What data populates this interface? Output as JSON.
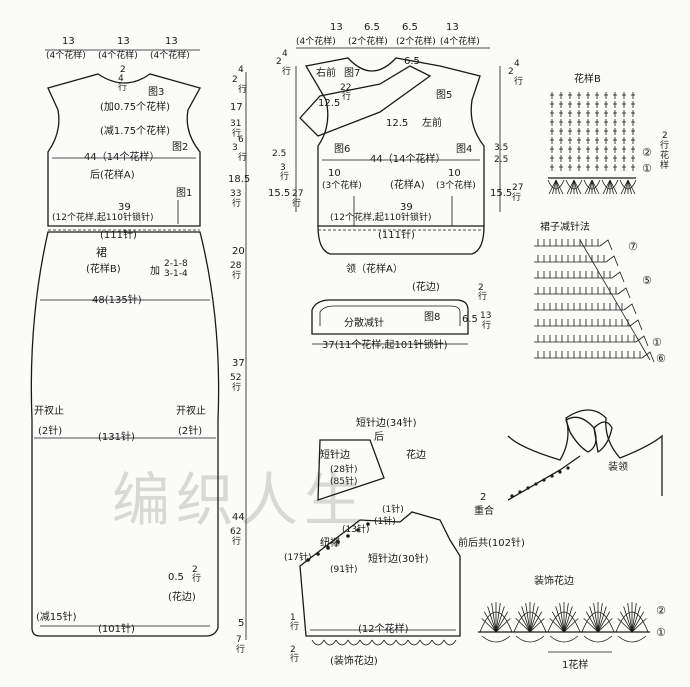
{
  "watermark": "编织人生",
  "back_panel": {
    "top_widths": [
      "13",
      "13",
      "13"
    ],
    "top_counts": [
      "(4个花样)",
      "(4个花样)",
      "(4个花样)"
    ],
    "shoulder_rows": "2\n4\n行",
    "fig3": "图3",
    "inc_note": "(加0.75个花样)",
    "dec_note": "(减1.75个花样)",
    "fig2": "图2",
    "bust": "44（14个花样）",
    "back_label": "后(花样A)",
    "fig1": "图1",
    "waist_width": "39",
    "waist_note": "(12个花样,起110针锁针)",
    "waist_stitches": "(111针)",
    "skirt_label": "裙",
    "skirt_pattern": "(花样B)",
    "inc_label": "加",
    "inc_rule": "2-1-8\n3-1-4",
    "hip": "48(135针)",
    "slit_left": "开衩止",
    "slit_right": "开衩止",
    "slit_left_st": "(2针)",
    "slit_right_st": "(2针)",
    "hem_st": "(131针)",
    "border_h": "0.5",
    "border_rows": "2\n行",
    "border_label": "(花边)",
    "dec15": "(减15针)",
    "bottom_st": "(101针)"
  },
  "side_dims": {
    "d1": "2\n4\n行",
    "d2": "17",
    "d3": "31\n行",
    "d4": "3\n6\n行",
    "d5": "18.5",
    "d6": "33\n行",
    "d7": "20",
    "d8": "28\n行",
    "d9": "37",
    "d10": "52\n行",
    "d11": "44",
    "d12": "62\n行",
    "d13": "5",
    "d14": "7\n行"
  },
  "front_panel": {
    "top_widths": [
      "13",
      "6.5",
      "6.5",
      "13"
    ],
    "top_counts": [
      "(4个花样)",
      "(2个花样)",
      "(2个花样)",
      "(4个花样)"
    ],
    "right_front": "右前",
    "fig7": "图7",
    "fig5": "图5",
    "rows22": "22\n行",
    "neck65": "6.5",
    "dim125a": "12.5",
    "dim125b": "12.5",
    "left_front": "左前",
    "fig6": "图6",
    "fig4": "图4",
    "bust": "44（14个花样）",
    "side10a": "10",
    "side10b": "10",
    "side_pat_a": "(3个花样)",
    "side_pat_b": "(3个花样)",
    "front_label": "(花样A)",
    "waist_width": "39",
    "waist_note": "(12个花样,起110针锁针)",
    "waist_stitches": "(111针)",
    "left_dims": [
      "2\n4\n行",
      "2.5",
      "3\n行",
      "15.5",
      "27\n行"
    ],
    "right_dims": [
      "2\n4\n行",
      "3.5",
      "2.5",
      "15.5",
      "27\n行"
    ]
  },
  "collar": {
    "title": "领（花样A）",
    "edge": "(花边)",
    "rows": "2\n行",
    "height": "6.5",
    "rows13": "13\n行",
    "dec_label": "分散减针",
    "fig8": "图8",
    "bottom": "37(11个花样,起101针锁针)"
  },
  "pattern_b": {
    "title": "花样B",
    "row_labels": [
      "2",
      "行",
      "花",
      "样"
    ],
    "circle2": "②",
    "circle1": "①"
  },
  "skirt_dec": {
    "title": "裙子减针法",
    "c7": "⑦",
    "c5": "⑤",
    "c1": "①",
    "cs": "⑥"
  },
  "sleeve": {
    "short_edge": "短针边(34针)",
    "back": "后",
    "lace": "花边",
    "short_side": "短针边",
    "st28": "(28针)",
    "st85": "(85针)",
    "one_st": "(1针)",
    "st13": "(13针)",
    "button": "纽襻",
    "st17": "(17针)",
    "st91": "(91针)",
    "one_st_b": "(1针)",
    "short30": "短针边(30针)",
    "shared": "前后共(102针)",
    "pat12": "(12个花样)",
    "trim": "(装饰花边)",
    "rows2": "2\n行",
    "rows1": "1\n行"
  },
  "collar_detail": {
    "label": "装领",
    "overlap_n": "2",
    "overlap": "重合"
  },
  "trim_detail": {
    "title": "装饰花边",
    "c2": "②",
    "c1": "①",
    "one_pattern": "1花样"
  }
}
